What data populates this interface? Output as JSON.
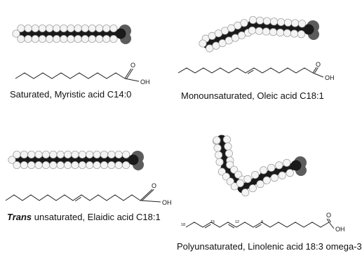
{
  "figure": {
    "panels": [
      {
        "id": "myristic",
        "caption_prefix": "",
        "caption": "Saturated,  Myristic acid C14:0",
        "oxygen_label": "O",
        "hydroxyl_label": "OH",
        "carbon_numbers": []
      },
      {
        "id": "oleic",
        "caption_prefix": "",
        "caption": "Monounsaturated,  Oleic acid C18:1",
        "oxygen_label": "O",
        "hydroxyl_label": "OH",
        "carbon_numbers": []
      },
      {
        "id": "elaidic",
        "caption_prefix": "Trans",
        "caption": " unsaturated, Elaidic acid C18:1",
        "oxygen_label": "O",
        "hydroxyl_label": "OH",
        "carbon_numbers": []
      },
      {
        "id": "linolenic",
        "caption_prefix": "",
        "caption": "Polyunsaturated, Linolenic acid 18:3 omega-3",
        "oxygen_label": "O",
        "hydroxyl_label": "OH",
        "carbon_numbers": [
          "18",
          "15",
          "12",
          "9"
        ]
      }
    ],
    "colors": {
      "carbon": "#1a1a1a",
      "hydrogen": "#f4f4f4",
      "hydrogen_edge": "#9a9a9a",
      "oxygen": "#5c5c5c",
      "bond": "#222222"
    }
  }
}
